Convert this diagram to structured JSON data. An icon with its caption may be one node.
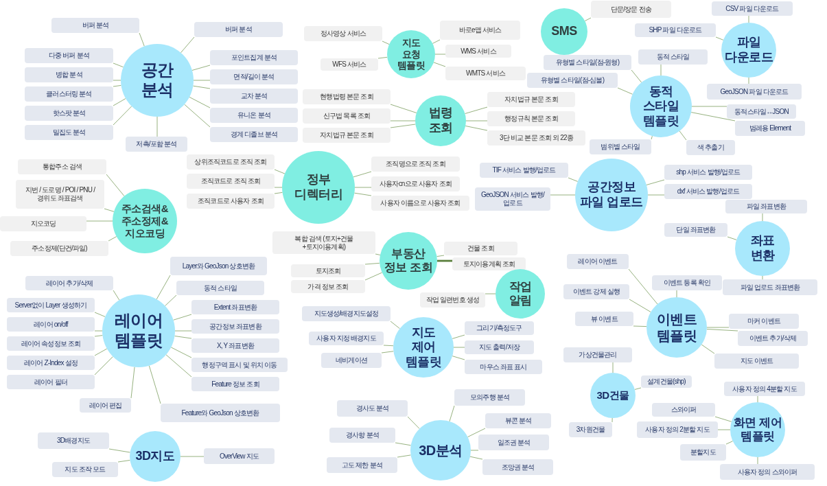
{
  "diagram": {
    "nodes": [
      {
        "text": [
          "공간 분석"
        ]
      },
      {
        "text": [
          "버퍼 분석"
        ]
      },
      {
        "text": [
          "버퍼 분석"
        ]
      },
      {
        "text": [
          "다중 버퍼 분석"
        ]
      },
      {
        "text": [
          "포인트집계 분석"
        ]
      },
      {
        "text": [
          "병합 분석"
        ]
      },
      {
        "text": [
          "면적/길이 분석"
        ]
      },
      {
        "text": [
          "클러스터링 분석"
        ]
      },
      {
        "text": [
          "교차 분석"
        ]
      },
      {
        "text": [
          "핫스팟 분석"
        ]
      },
      {
        "text": [
          "유니온 분석"
        ]
      },
      {
        "text": [
          "밀집도 분석"
        ]
      },
      {
        "text": [
          "경계 디졸브 분석"
        ]
      },
      {
        "text": [
          "저촉/포함 분석"
        ]
      },
      {
        "text": [
          "주소검색& 주소정제& 지오코딩"
        ]
      },
      {
        "text": [
          "통합주소 검색"
        ]
      },
      {
        "text": [
          "지번 / 도로명 / POI / PNU / 경위도 좌표검색"
        ]
      },
      {
        "text": [
          "지오코딩"
        ]
      },
      {
        "text": [
          "주소정제(단건/파일)"
        ]
      },
      {
        "text": [
          "정부 디렉터리"
        ]
      },
      {
        "text": [
          "상위조직코드로 조직 조회"
        ]
      },
      {
        "text": [
          "조직코드로 조직 조회"
        ]
      },
      {
        "text": [
          "조직코드로 사용자 조회"
        ]
      },
      {
        "text": [
          "조직명으로 조직 조회"
        ]
      },
      {
        "text": [
          "사용자cn으로 사용자 조회"
        ]
      },
      {
        "text": [
          "사용자 이름으로 사용자 조회"
        ]
      },
      {
        "text": [
          "지도 요청 템플릿"
        ]
      },
      {
        "text": [
          "정사영상 서비스"
        ]
      },
      {
        "text": [
          "WFS 서비스"
        ]
      },
      {
        "text": [
          "바로e맵 서비스"
        ]
      },
      {
        "text": [
          "WMS 서비스"
        ]
      },
      {
        "text": [
          "WMTS 서비스"
        ]
      },
      {
        "text": [
          "법령 조회"
        ]
      },
      {
        "text": [
          "현행법령 본문 조회"
        ]
      },
      {
        "text": [
          "신구법 목록 조회"
        ]
      },
      {
        "text": [
          "자치법규 본문 조회"
        ]
      },
      {
        "text": [
          "자치법규 본문 조회"
        ]
      },
      {
        "text": [
          "행정규칙 본문 조회"
        ]
      },
      {
        "text": [
          "3단 비교 본문 조회 외 22종"
        ]
      },
      {
        "text": [
          "SMS"
        ]
      },
      {
        "text": [
          "단문/장문 전송"
        ]
      },
      {
        "text": [
          "파일 다운로드"
        ]
      },
      {
        "text": [
          "CSV 파일 다운로드"
        ]
      },
      {
        "text": [
          "SHP 파일 다운로드"
        ]
      },
      {
        "text": [
          "GeoJSON 파일 다운로드"
        ]
      },
      {
        "text": [
          "동적 스타일 템플릿"
        ]
      },
      {
        "text": [
          "유형별 스타일(점-원형)"
        ]
      },
      {
        "text": [
          "유형별 스타일(점-심볼)"
        ]
      },
      {
        "text": [
          "동적 스타일"
        ]
      },
      {
        "text": [
          "동적스타일↔JSON"
        ]
      },
      {
        "text": [
          "범례용 Element"
        ]
      },
      {
        "text": [
          "색 추출기"
        ]
      },
      {
        "text": [
          "범위별 스타일"
        ]
      },
      {
        "text": [
          "공간정보 파일 업로드"
        ]
      },
      {
        "text": [
          "TIF 서비스 발행/업로드"
        ]
      },
      {
        "text": [
          "GeoJSON 서비스 발행/업로드"
        ]
      },
      {
        "text": [
          "shp 서비스 발행/업로드"
        ]
      },
      {
        "text": [
          "dxf 서비스 발행/업로드"
        ]
      },
      {
        "text": [
          "좌표 변환"
        ]
      },
      {
        "text": [
          "파일 좌표변환"
        ]
      },
      {
        "text": [
          "단일 좌표변환"
        ]
      },
      {
        "text": [
          "파일 업로드 좌표변환"
        ]
      },
      {
        "text": [
          "부동산 정보 조회"
        ]
      },
      {
        "text": [
          "복합 검색 (토지+건물+토지이용계획)"
        ]
      },
      {
        "text": [
          "토지조회"
        ]
      },
      {
        "text": [
          "가격 정보 조회"
        ]
      },
      {
        "text": [
          "건물 조회"
        ]
      },
      {
        "text": [
          "토지이용계획 조회"
        ]
      },
      {
        "text": [
          "작업 알림"
        ]
      },
      {
        "text": [
          "작업 일련번호 생성"
        ]
      },
      {
        "text": [
          "지도 제어 템플릿"
        ]
      },
      {
        "text": [
          "지도생성/배경지도설정"
        ]
      },
      {
        "text": [
          "사용자 지정 배경지도"
        ]
      },
      {
        "text": [
          "네비게이션"
        ]
      },
      {
        "text": [
          "그리기/측정도구"
        ]
      },
      {
        "text": [
          "지도 출력/저장"
        ]
      },
      {
        "text": [
          "마우스 좌표 표시"
        ]
      },
      {
        "text": [
          "레이어 템플릿"
        ]
      },
      {
        "text": [
          "레이어 추가/삭제"
        ]
      },
      {
        "text": [
          "Server없이 Layer 생성하기"
        ]
      },
      {
        "text": [
          "레이어 on/off"
        ]
      },
      {
        "text": [
          "레이어 속성정보 조회"
        ]
      },
      {
        "text": [
          "레이어 Z-Index 설정"
        ]
      },
      {
        "text": [
          "레이어 필터"
        ]
      },
      {
        "text": [
          "레이어 편집"
        ]
      },
      {
        "text": [
          "Layer와 GeoJson 상호변환"
        ]
      },
      {
        "text": [
          "동적 스타일"
        ]
      },
      {
        "text": [
          "Extent 좌표변환"
        ]
      },
      {
        "text": [
          "공간정보 좌표변환"
        ]
      },
      {
        "text": [
          "X, Y 좌표변환"
        ]
      },
      {
        "text": [
          "행정구역 표시 및 위치 이동"
        ]
      },
      {
        "text": [
          "Feature 정보 조회"
        ]
      },
      {
        "text": [
          "Feature와 GeoJson 상호변환"
        ]
      },
      {
        "text": [
          "3D지도"
        ]
      },
      {
        "text": [
          "3D배경지도"
        ]
      },
      {
        "text": [
          "지도 조작 모드"
        ]
      },
      {
        "text": [
          "OverView 지도"
        ]
      },
      {
        "text": [
          "3D분석"
        ]
      },
      {
        "text": [
          "경사도 분석"
        ]
      },
      {
        "text": [
          "경사향 분석"
        ]
      },
      {
        "text": [
          "고도 제한 분석"
        ]
      },
      {
        "text": [
          "모의주행 분석"
        ]
      },
      {
        "text": [
          "뷰콘 분석"
        ]
      },
      {
        "text": [
          "일조권 분석"
        ]
      },
      {
        "text": [
          "조망권 분석"
        ]
      },
      {
        "text": [
          "이벤트 템플릿"
        ]
      },
      {
        "text": [
          "레이어 이벤트"
        ]
      },
      {
        "text": [
          "이벤트 강제 실행"
        ]
      },
      {
        "text": [
          "뷰 이벤트"
        ]
      },
      {
        "text": [
          "이벤트 등록 확인"
        ]
      },
      {
        "text": [
          "마커 이벤트"
        ]
      },
      {
        "text": [
          "이벤트 추가/삭제"
        ]
      },
      {
        "text": [
          "지도 이벤트"
        ]
      },
      {
        "text": [
          "3D건물"
        ]
      },
      {
        "text": [
          "가상건물관리"
        ]
      },
      {
        "text": [
          "설계건물(shp)"
        ]
      },
      {
        "text": [
          "3차원건물"
        ]
      },
      {
        "text": [
          "화면 제어 템플릿"
        ]
      },
      {
        "text": [
          "사용자 정의 4분할 지도"
        ]
      },
      {
        "text": [
          "스와이퍼"
        ]
      },
      {
        "text": [
          "사용자 정의 2분할 지도"
        ]
      },
      {
        "text": [
          "분할지도"
        ]
      },
      {
        "text": [
          "사용자 정의 스와이퍼"
        ]
      }
    ],
    "edges": [
      {
        "from": 0,
        "to": 1,
        "arrow": "none"
      },
      {
        "from": 0,
        "to": 2,
        "arrow": "none"
      },
      {
        "from": 0,
        "to": 3,
        "arrow": "none"
      },
      {
        "from": 0,
        "to": 4,
        "arrow": "none"
      },
      {
        "from": 0,
        "to": 5,
        "arrow": "none"
      },
      {
        "from": 0,
        "to": 6,
        "arrow": "none"
      },
      {
        "from": 0,
        "to": 7,
        "arrow": "none"
      },
      {
        "from": 0,
        "to": 8,
        "arrow": "none"
      },
      {
        "from": 0,
        "to": 9,
        "arrow": "none"
      },
      {
        "from": 0,
        "to": 10,
        "arrow": "none"
      },
      {
        "from": 0,
        "to": 11,
        "arrow": "none"
      },
      {
        "from": 0,
        "to": 12,
        "arrow": "none"
      },
      {
        "from": 0,
        "to": 13,
        "arrow": "none"
      },
      {
        "from": 14,
        "to": 15,
        "arrow": "none"
      },
      {
        "from": 14,
        "to": 16,
        "arrow": "none"
      },
      {
        "from": 14,
        "to": 17,
        "arrow": "none"
      },
      {
        "from": 14,
        "to": 18,
        "arrow": "none"
      },
      {
        "from": 19,
        "to": 20,
        "arrow": "none"
      },
      {
        "from": 19,
        "to": 21,
        "arrow": "none"
      },
      {
        "from": 19,
        "to": 22,
        "arrow": "none"
      },
      {
        "from": 19,
        "to": 23,
        "arrow": "none"
      },
      {
        "from": 19,
        "to": 24,
        "arrow": "none"
      },
      {
        "from": 19,
        "to": 25,
        "arrow": "none"
      },
      {
        "from": 26,
        "to": 27,
        "arrow": "none"
      },
      {
        "from": 26,
        "to": 28,
        "arrow": "none"
      },
      {
        "from": 26,
        "to": 29,
        "arrow": "none"
      },
      {
        "from": 26,
        "to": 30,
        "arrow": "none"
      },
      {
        "from": 26,
        "to": 31,
        "arrow": "none"
      },
      {
        "from": 32,
        "to": 33,
        "arrow": "none"
      },
      {
        "from": 32,
        "to": 34,
        "arrow": "none"
      },
      {
        "from": 32,
        "to": 35,
        "arrow": "none"
      },
      {
        "from": 32,
        "to": 36,
        "arrow": "none"
      },
      {
        "from": 32,
        "to": 37,
        "arrow": "none"
      },
      {
        "from": 32,
        "to": 38,
        "arrow": "none"
      },
      {
        "from": 39,
        "to": 40,
        "arrow": "none"
      },
      {
        "from": 41,
        "to": 42,
        "arrow": "none"
      },
      {
        "from": 41,
        "to": 43,
        "arrow": "none"
      },
      {
        "from": 41,
        "to": 44,
        "arrow": "none"
      },
      {
        "from": 45,
        "to": 46,
        "arrow": "none"
      },
      {
        "from": 45,
        "to": 47,
        "arrow": "none"
      },
      {
        "from": 45,
        "to": 48,
        "arrow": "none"
      },
      {
        "from": 45,
        "to": 49,
        "arrow": "none"
      },
      {
        "from": 45,
        "to": 50,
        "arrow": "none"
      },
      {
        "from": 45,
        "to": 51,
        "arrow": "none"
      },
      {
        "from": 45,
        "to": 52,
        "arrow": "none"
      },
      {
        "from": 53,
        "to": 54,
        "arrow": "none"
      },
      {
        "from": 53,
        "to": 55,
        "arrow": "none"
      },
      {
        "from": 53,
        "to": 56,
        "arrow": "none"
      },
      {
        "from": 53,
        "to": 57,
        "arrow": "none"
      },
      {
        "from": 58,
        "to": 59,
        "arrow": "none"
      },
      {
        "from": 58,
        "to": 60,
        "arrow": "none"
      },
      {
        "from": 58,
        "to": 61,
        "arrow": "none"
      },
      {
        "from": 62,
        "to": 63,
        "arrow": "none"
      },
      {
        "from": 62,
        "to": 64,
        "arrow": "none"
      },
      {
        "from": 62,
        "to": 65,
        "arrow": "none"
      },
      {
        "from": 62,
        "to": 66,
        "arrow": "none"
      },
      {
        "from": 62,
        "to": 67,
        "arrow": "none",
        "style": "thick"
      },
      {
        "from": 68,
        "to": 69,
        "arrow": "none"
      },
      {
        "from": 70,
        "to": 71,
        "arrow": "none"
      },
      {
        "from": 70,
        "to": 72,
        "arrow": "none"
      },
      {
        "from": 70,
        "to": 73,
        "arrow": "none"
      },
      {
        "from": 70,
        "to": 74,
        "arrow": "none"
      },
      {
        "from": 70,
        "to": 75,
        "arrow": "none"
      },
      {
        "from": 70,
        "to": 76,
        "arrow": "none"
      },
      {
        "from": 77,
        "to": 78,
        "arrow": "none"
      },
      {
        "from": 77,
        "to": 79,
        "arrow": "none"
      },
      {
        "from": 77,
        "to": 80,
        "arrow": "none"
      },
      {
        "from": 77,
        "to": 81,
        "arrow": "none"
      },
      {
        "from": 77,
        "to": 82,
        "arrow": "none"
      },
      {
        "from": 77,
        "to": 83,
        "arrow": "none"
      },
      {
        "from": 77,
        "to": 84,
        "arrow": "none"
      },
      {
        "from": 77,
        "to": 85,
        "arrow": "none"
      },
      {
        "from": 77,
        "to": 86,
        "arrow": "none"
      },
      {
        "from": 77,
        "to": 87,
        "arrow": "none"
      },
      {
        "from": 77,
        "to": 88,
        "arrow": "none"
      },
      {
        "from": 77,
        "to": 89,
        "arrow": "none"
      },
      {
        "from": 77,
        "to": 90,
        "arrow": "none"
      },
      {
        "from": 77,
        "to": 91,
        "arrow": "none"
      },
      {
        "from": 77,
        "to": 92,
        "arrow": "none"
      },
      {
        "from": 93,
        "to": 94,
        "arrow": "none"
      },
      {
        "from": 93,
        "to": 95,
        "arrow": "none"
      },
      {
        "from": 93,
        "to": 96,
        "arrow": "none"
      },
      {
        "from": 97,
        "to": 98,
        "arrow": "none"
      },
      {
        "from": 97,
        "to": 99,
        "arrow": "none"
      },
      {
        "from": 97,
        "to": 100,
        "arrow": "none"
      },
      {
        "from": 97,
        "to": 101,
        "arrow": "none"
      },
      {
        "from": 97,
        "to": 102,
        "arrow": "none"
      },
      {
        "from": 97,
        "to": 103,
        "arrow": "none"
      },
      {
        "from": 97,
        "to": 104,
        "arrow": "none"
      },
      {
        "from": 105,
        "to": 106,
        "arrow": "none"
      },
      {
        "from": 105,
        "to": 107,
        "arrow": "none"
      },
      {
        "from": 105,
        "to": 108,
        "arrow": "none"
      },
      {
        "from": 105,
        "to": 109,
        "arrow": "none"
      },
      {
        "from": 105,
        "to": 110,
        "arrow": "none"
      },
      {
        "from": 105,
        "to": 111,
        "arrow": "none"
      },
      {
        "from": 105,
        "to": 112,
        "arrow": "none"
      },
      {
        "from": 113,
        "to": 114,
        "arrow": "none"
      },
      {
        "from": 113,
        "to": 115,
        "arrow": "none"
      },
      {
        "from": 113,
        "to": 116,
        "arrow": "none"
      },
      {
        "from": 117,
        "to": 118,
        "arrow": "none"
      },
      {
        "from": 117,
        "to": 119,
        "arrow": "none"
      },
      {
        "from": 117,
        "to": 120,
        "arrow": "none"
      },
      {
        "from": 117,
        "to": 121,
        "arrow": "none"
      },
      {
        "from": 117,
        "to": 122,
        "arrow": "none"
      }
    ]
  }
}
